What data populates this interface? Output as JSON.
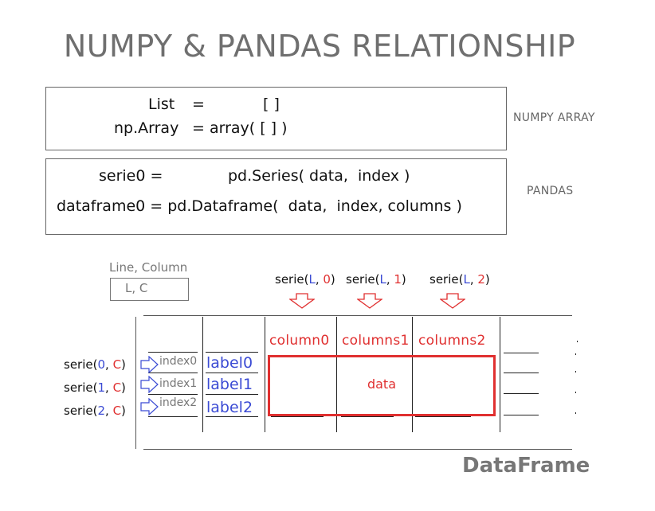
{
  "title": "NUMPY & PANDAS RELATIONSHIP",
  "numpy_box": {
    "line1_left": "List",
    "line1_eq": "=",
    "line1_right": "[ ]",
    "line2_left": "np.Array",
    "line2_right": "= array( [ ] )",
    "side_label": "NUMPY ARRAY"
  },
  "pandas_box": {
    "line1_left": "serie0 =",
    "line1_right": "pd.Series( data,  index )",
    "line2": "dataframe0 = pd.Dataframe(  data,  index, columns )",
    "side_label": "PANDAS"
  },
  "legend": {
    "caption": "Line, Column",
    "value": "L, C"
  },
  "series_top": [
    {
      "prefix": "serie(",
      "a": "L",
      "sep": ", ",
      "b": "0",
      "suffix": ")"
    },
    {
      "prefix": "serie(",
      "a": "L",
      "sep": ", ",
      "b": "1",
      "suffix": ")"
    },
    {
      "prefix": "serie(",
      "a": "L",
      "sep": ", ",
      "b": "2",
      "suffix": ")"
    }
  ],
  "columns": [
    "column0",
    "columns1",
    "columns2"
  ],
  "series_left": [
    {
      "prefix": "serie(",
      "a": "0",
      "sep": ", ",
      "b": "C",
      "suffix": ")"
    },
    {
      "prefix": "serie(",
      "a": "1",
      "sep": ", ",
      "b": "C",
      "suffix": ")"
    },
    {
      "prefix": "serie(",
      "a": "2",
      "sep": ", ",
      "b": "C",
      "suffix": ")"
    }
  ],
  "indexes": [
    "index0",
    "index1",
    "index2"
  ],
  "labels": [
    "label0",
    "label1",
    "label2"
  ],
  "data_label": "data",
  "frame_name": "DataFrame",
  "colors": {
    "red": "#e03030",
    "blue": "#3b4bd4",
    "gray": "#777777",
    "title_gray": "#6f6f6f"
  }
}
